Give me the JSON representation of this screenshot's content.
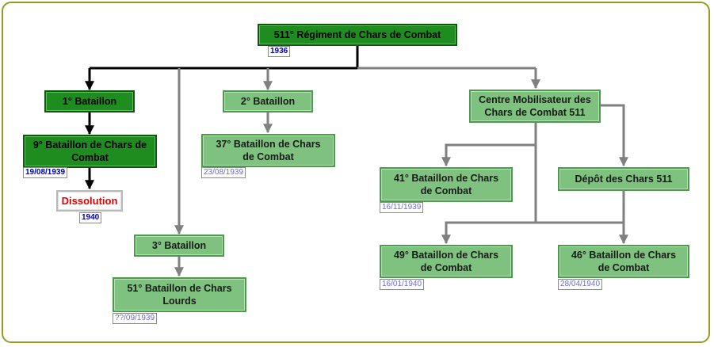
{
  "nodes": {
    "regiment": "511° Régiment de Chars de Combat",
    "bat1": "1° Bataillon",
    "bat9": "9° Bataillon de Chars de Combat",
    "dissolution": "Dissolution",
    "bat2": "2° Bataillon",
    "bat37": "37° Bataillon de Chars de Combat",
    "bat3": "3° Bataillon",
    "bat51": "51° Bataillon de Chars Lourds",
    "cmcc": "Centre Mobilisateur des Chars de Combat 511",
    "bat41": "41° Bataillon de Chars de Combat",
    "depot": "Dépôt des Chars 511",
    "bat49": "49° Bataillon de Chars de Combat",
    "bat46": "46° Bataillon de Chars de Combat"
  },
  "dates": {
    "regiment": "1936",
    "bat9": "19/08/1939",
    "dissolution": "1940",
    "bat37": "23/08/1939",
    "bat51": "??/09/1939",
    "bat41": "16/11/1939",
    "bat49": "16/01/1940",
    "bat46": "28/04/1940"
  },
  "colors": {
    "active_fill": "#1f8c1f",
    "formed_fill": "#7fc27f",
    "active_line": "#000000",
    "formed_line": "#808080",
    "dissolution_text": "#e00000"
  }
}
